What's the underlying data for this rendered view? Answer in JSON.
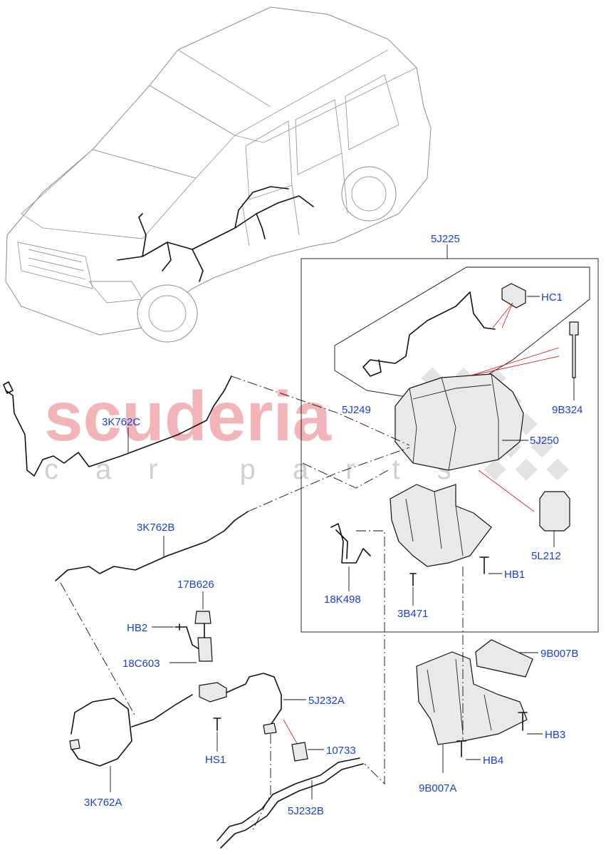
{
  "watermark": {
    "main": "scuderia",
    "sub": "car parts",
    "color": "#f3b4b8",
    "sub_color": "#d0d0d0"
  },
  "colors": {
    "callout": "#1a3fd6",
    "line": "#111111",
    "highlight": "#d8232a"
  },
  "callouts": {
    "c5J225": "5J225",
    "cHC1": "HC1",
    "c9B324": "9B324",
    "c5J249": "5J249",
    "c5J250": "5J250",
    "c3K762C": "3K762C",
    "c5L212": "5L212",
    "c3K762B": "3K762B",
    "cHB1": "HB1",
    "c18K498": "18K498",
    "c3B471": "3B471",
    "c17B626": "17B626",
    "cHB2": "HB2",
    "c18C603": "18C603",
    "c9B007B": "9B007B",
    "c5J232A": "5J232A",
    "cHB3": "HB3",
    "c10733": "10733",
    "cHS1": "HS1",
    "cHB4": "HB4",
    "c3K762A": "3K762A",
    "c9B007A": "9B007A",
    "c5J232B": "5J232B"
  }
}
